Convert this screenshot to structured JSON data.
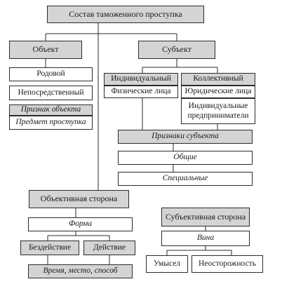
{
  "title": "Состав таможенного проступка",
  "object": {
    "header": "Объект",
    "items": [
      "Родовой",
      "Непосредственный"
    ],
    "sign_label": "Признак объекта",
    "subject_of_offense": "Предмет проступка"
  },
  "subject": {
    "header": "Субъект",
    "individual": {
      "header": "Индивидуальный",
      "items": [
        "Физические лица"
      ]
    },
    "collective": {
      "header": "Коллективный",
      "items": [
        "Юридические лица",
        "Индивидуальные предприниматели"
      ]
    },
    "signs_label": "Признаки субъекта",
    "signs": [
      "Общие",
      "Специальные"
    ]
  },
  "objective_side": {
    "header": "Объективная сторона",
    "form": "Форма",
    "items": [
      "Бездействие",
      "Действие"
    ],
    "footer": "Время, место, способ"
  },
  "subjective_side": {
    "header": "Субъективная сторона",
    "guilt": "Вина",
    "items": [
      "Умысел",
      "Неосторожность"
    ]
  },
  "colors": {
    "header_fill": "#d4d4d4",
    "box_fill": "#ffffff",
    "line": "#2b2b2b"
  }
}
